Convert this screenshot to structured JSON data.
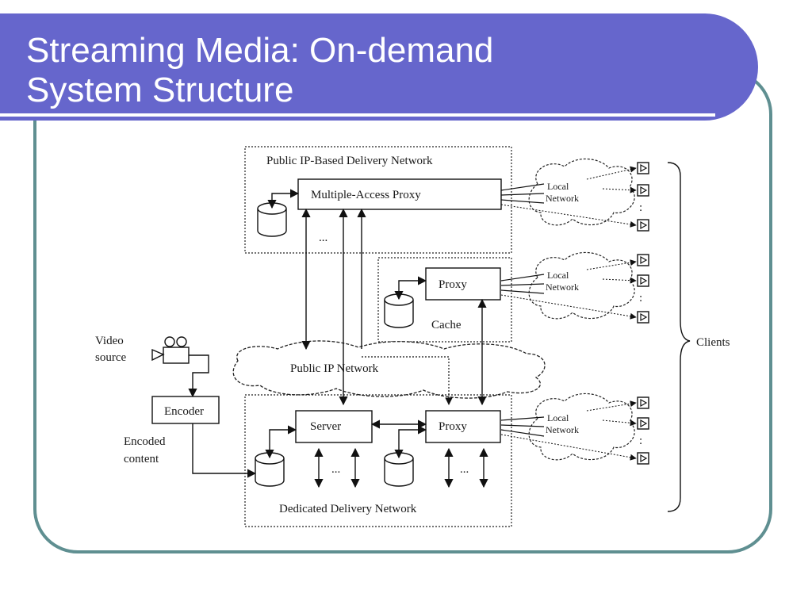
{
  "slide": {
    "title_line1": "Streaming Media: On-demand",
    "title_line2": "System Structure"
  },
  "diagram": {
    "public_network_box": "Public IP-Based Delivery Network",
    "multiple_access_proxy": "Multiple-Access Proxy",
    "ellipsis": "...",
    "proxy": "Proxy",
    "cache": "Cache",
    "video_source_line1": "Video",
    "video_source_line2": "source",
    "encoder": "Encoder",
    "encoded_line1": "Encoded",
    "encoded_line2": "content",
    "public_ip_network": "Public IP Network",
    "server": "Server",
    "dedicated_network": "Dedicated Delivery Network",
    "local_line1": "Local",
    "local_line2": "Network",
    "vertical_dots": ":",
    "clients": "Clients"
  }
}
